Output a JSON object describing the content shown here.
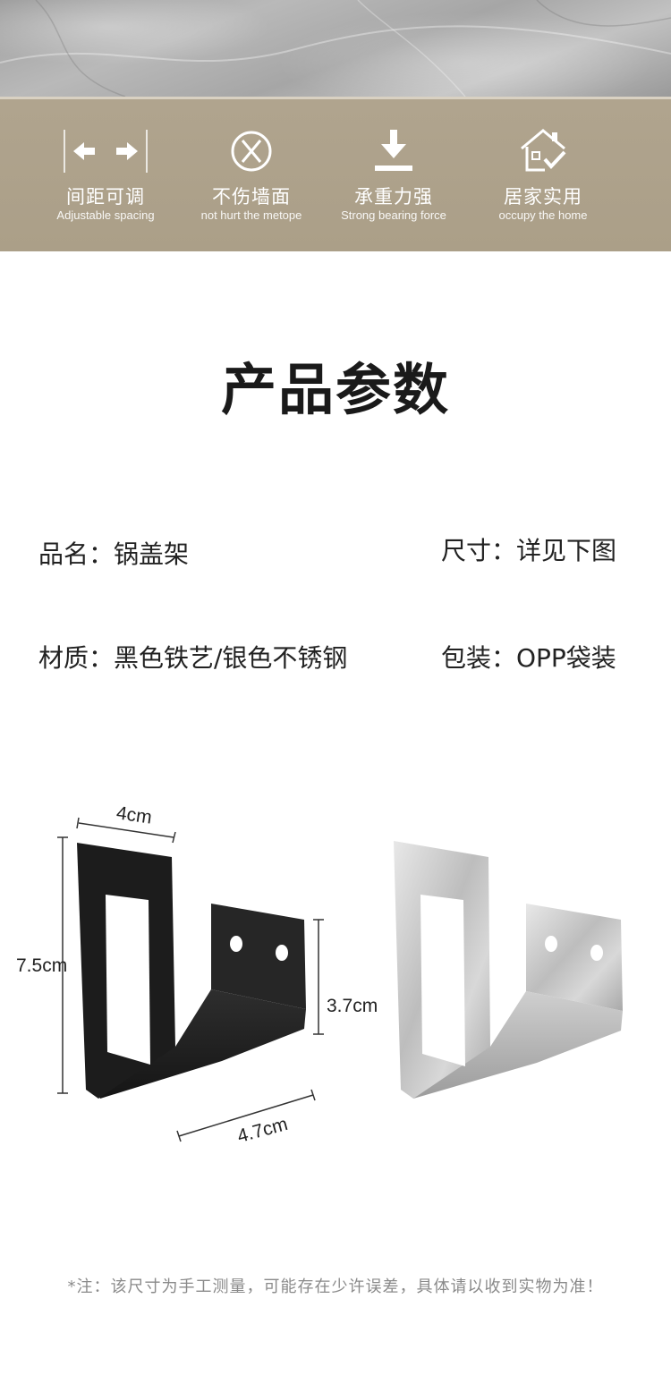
{
  "features": [
    {
      "icon": "arrows-left-right-icon",
      "title": "间距可调",
      "subtitle": "Adjustable spacing"
    },
    {
      "icon": "circle-x-icon",
      "title": "不伤墙面",
      "subtitle": "not hurt the metope"
    },
    {
      "icon": "download-weight-icon",
      "title": "承重力强",
      "subtitle": "Strong bearing force"
    },
    {
      "icon": "house-check-icon",
      "title": "居家实用",
      "subtitle": "occupy the home"
    }
  ],
  "section_title": "产品参数",
  "specs": {
    "name": "品名：锅盖架",
    "size": "尺寸：详见下图",
    "material": "材质：黑色铁艺/银色不锈钢",
    "package": "包装：OPP袋装"
  },
  "dimensions": {
    "width": "4cm",
    "height": "7.5cm",
    "depth": "4.7cm",
    "back_height": "3.7cm"
  },
  "colors": {
    "band": "#ab9f88",
    "black_variant": "#1f1f1f",
    "silver_variant": "#c9c9c9"
  },
  "note": "*注：该尺寸为手工测量，可能存在少许误差，具体请以收到实物为准！"
}
